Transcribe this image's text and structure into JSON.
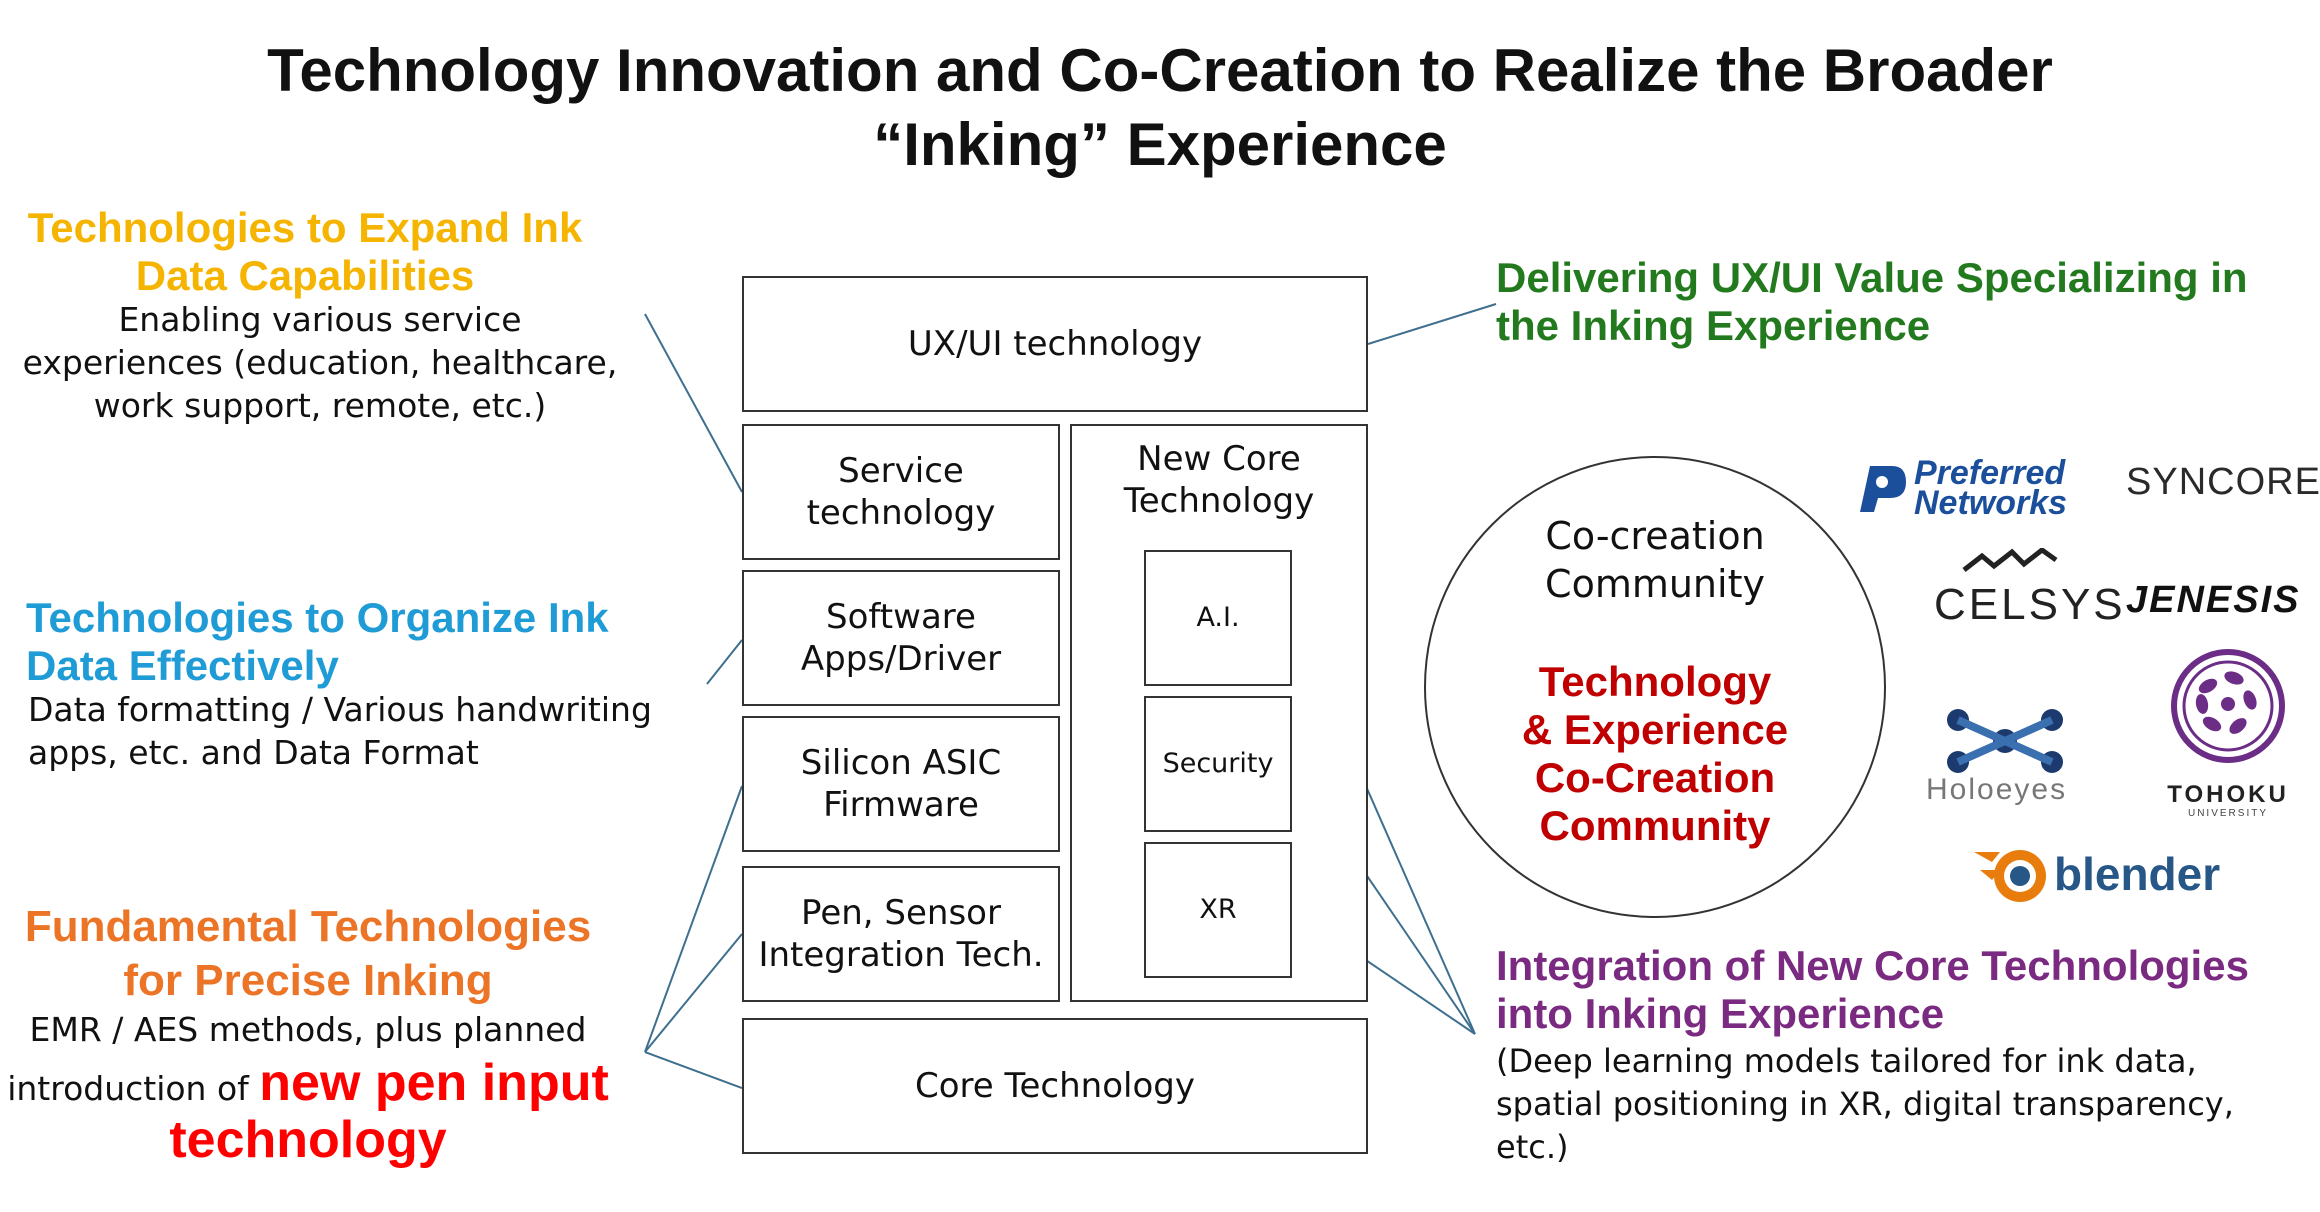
{
  "title": {
    "line1": "Technology Innovation and Co-Creation to Realize the Broader",
    "line2": "“Inking” Experience"
  },
  "left": {
    "expand": {
      "heading_l1": "Technologies to Expand Ink",
      "heading_l2": "Data Capabilities",
      "desc_l1": "Enabling various service",
      "desc_l2": "experiences (education, healthcare,",
      "desc_l3": "work support, remote, etc.)"
    },
    "organize": {
      "heading_l1": "Technologies to Organize Ink",
      "heading_l2": "Data Effectively",
      "desc_l1": "Data formatting / Various handwriting",
      "desc_l2": "apps, etc. and Data Format"
    },
    "fundamental": {
      "heading_l1": "Fundamental Technologies",
      "heading_l2": "for Precise Inking",
      "desc_l1": "EMR / AES methods, plus planned",
      "desc_l2_prefix": "introduction of ",
      "desc_highlight_l1": "new pen input",
      "desc_highlight_l2": "technology"
    }
  },
  "stack": {
    "ux": "UX/UI technology",
    "service_l1": "Service",
    "service_l2": "technology",
    "software_l1": "Software",
    "software_l2": "Apps/Driver",
    "silicon_l1": "Silicon ASIC",
    "silicon_l2": "Firmware",
    "pen_l1": "Pen, Sensor",
    "pen_l2": "Integration Tech.",
    "core": "Core Technology",
    "newcore_l1": "New Core",
    "newcore_l2": "Technology",
    "ai": "A.I.",
    "security": "Security",
    "xr": "XR"
  },
  "right": {
    "delivering_l1": "Delivering UX/UI Value Specializing in",
    "delivering_l2": "the Inking Experience",
    "community": {
      "label_l1": "Co-creation",
      "label_l2": "Community",
      "emph_l1": "Technology",
      "emph_l2": "& Experience",
      "emph_l3": "Co-Creation",
      "emph_l4": "Community"
    },
    "integration": {
      "heading_l1": "Integration of New Core Technologies",
      "heading_l2": "into Inking Experience",
      "desc_l1": "(Deep learning models tailored for ink data,",
      "desc_l2": "spatial positioning in XR, digital transparency,",
      "desc_l3": "etc.)"
    },
    "logos": {
      "preferred_l1": "Preferred",
      "preferred_l2": "Networks",
      "syncore": "SYNCORE.",
      "celsys": "CELSYS",
      "jenesis": "JENESIS",
      "holoeyes": "Holoeyes",
      "tohoku": "TOHOKU",
      "tohoku_sub": "UNIVERSITY",
      "blender": "blender"
    }
  },
  "colors": {
    "yellow": "#f5b400",
    "blue": "#1f9bd6",
    "orange": "#ec7426",
    "green": "#237a1e",
    "purple": "#7a2a80",
    "dark_red": "#c00000",
    "red": "#ff0000",
    "connector": "#3f6f8f"
  }
}
